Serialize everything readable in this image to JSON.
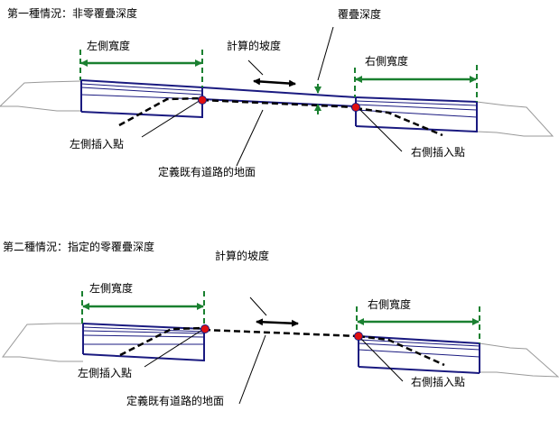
{
  "case1": {
    "title": "第一種情況：非零覆疊深度",
    "left_width": "左側寬度",
    "right_width": "右側寬度",
    "computed_slope": "計算的坡度",
    "overlay_depth": "覆疊深度",
    "left_insert_point": "左側插入點",
    "right_insert_point": "右側插入點",
    "existing_ground": "定義既有道路的地面"
  },
  "case2": {
    "title": "第二種情況：指定的零覆疊深度",
    "left_width": "左側寬度",
    "right_width": "右側寬度",
    "computed_slope": "計算的坡度",
    "left_insert_point": "左側插入點",
    "right_insert_point": "右側插入點",
    "existing_ground": "定義既有道路的地面"
  },
  "colors": {
    "road": "#1a1a80",
    "dimension": "#1a8030",
    "insert_point": "#e01010",
    "ground": "#000000",
    "subgrade": "#999999"
  }
}
